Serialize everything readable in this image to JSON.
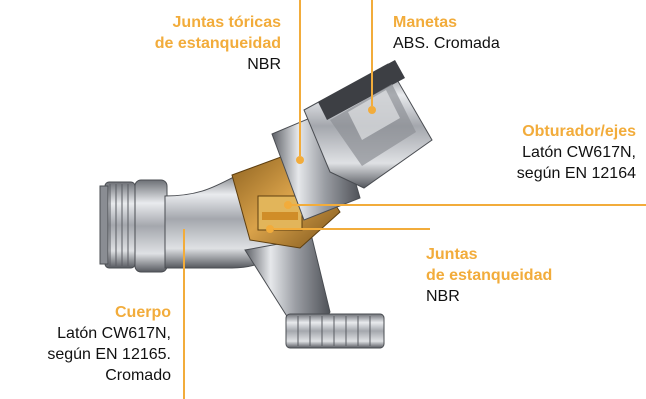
{
  "labels": {
    "juntas_toricas": {
      "title_1": "Juntas tóricas",
      "title_2": "de estanqueidad",
      "desc": "NBR"
    },
    "manetas": {
      "title": "Manetas",
      "desc": "ABS. Cromada"
    },
    "obturador": {
      "title": "Obturador/ejes",
      "desc_1": "Latón CW617N,",
      "desc_2": "según EN 12164"
    },
    "juntas": {
      "title_1": "Juntas",
      "title_2": "de estanqueidad",
      "desc": "NBR"
    },
    "cuerpo": {
      "title": "Cuerpo",
      "desc_1": "Latón CW617N,",
      "desc_2": "según EN 12165.",
      "desc_3": "Cromado"
    }
  },
  "colors": {
    "accent": "#f2ac3b",
    "text": "#111111",
    "chrome": "#b9bcc2",
    "brass": "#b5832f"
  }
}
